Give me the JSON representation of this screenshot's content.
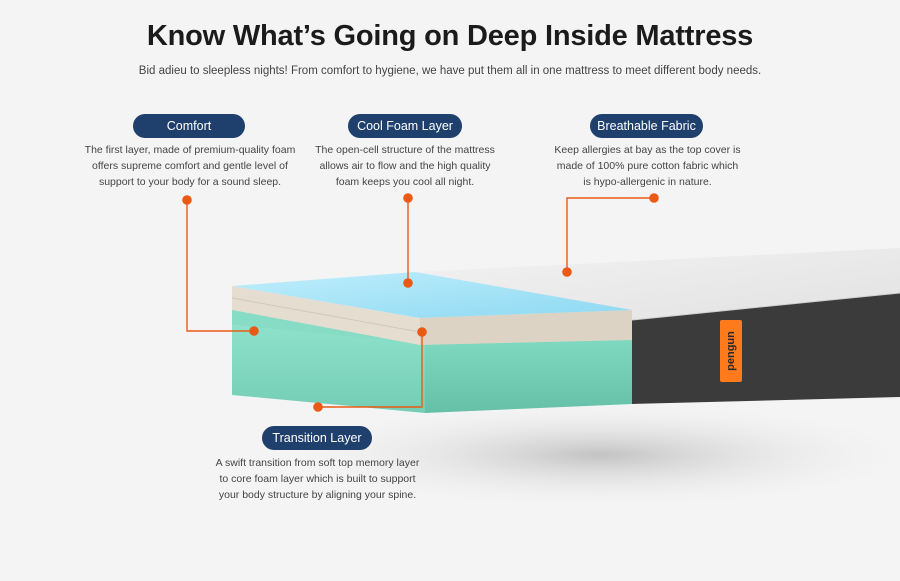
{
  "header": {
    "title": "Know What’s Going on Deep Inside Mattress",
    "subtitle": "Bid adieu to sleepless nights! From comfort to hygiene, we have put them all in one mattress to meet different body needs."
  },
  "features": {
    "comfort": {
      "label": "Comfort",
      "lines": [
        "The first layer, made of premium-quality foam",
        "offers supreme comfort and gentle level of",
        "support to your body for a sound sleep."
      ]
    },
    "cool_foam": {
      "label": "Cool Foam Layer",
      "lines": [
        "The open-cell structure of the mattress",
        "allows air to flow and the high quality",
        "foam keeps you cool all night."
      ]
    },
    "breathable": {
      "label": "Breathable Fabric",
      "lines": [
        "Keep allergies at bay as the top cover is",
        "made of 100% pure cotton fabric which",
        "is hypo-allergenic in nature."
      ]
    },
    "transition": {
      "label": "Transition Layer",
      "lines": [
        "A swift transition from soft top memory layer",
        "to core foam layer which is built to support",
        "your body structure by aligning your spine."
      ]
    }
  },
  "brand_label": "pengun",
  "colors": {
    "pill": "#1f3f6d",
    "marker": "#ea5a16",
    "cool_foam": "#9fe2f6",
    "comfort_layer": "#e9e1d6",
    "base_foam": "#84dcc6",
    "cover_side": "#3b3b3b",
    "brand_tag": "#ff7a1a"
  }
}
